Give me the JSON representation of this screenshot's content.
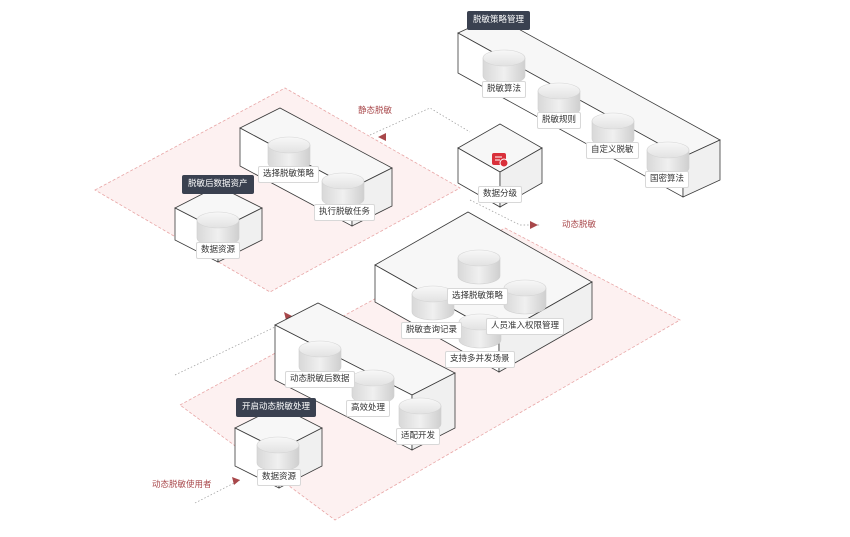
{
  "tags": {
    "strategy_mgmt": "脱敏策略管理",
    "masked_assets": "脱敏后数据资产",
    "dynamic_enable": "开启动态脱敏处理"
  },
  "flow_labels": {
    "static": "静态脱敏",
    "dynamic": "动态脱敏",
    "user": "动态脱敏使用者"
  },
  "nodes": {
    "algo": "脱敏算法",
    "rule": "脱敏规则",
    "custom": "自定义脱敏",
    "gm": "国密算法",
    "classify": "数据分级",
    "select_strategy_static": "选择脱敏策略",
    "exec_task": "执行脱敏任务",
    "source_static": "数据资源",
    "select_strategy_dyn": "选择脱敏策略",
    "query_log": "脱敏查询记录",
    "access_mgmt": "人员准入权限管理",
    "multi_scene": "支持多并发场景",
    "dyn_data": "动态脱敏后数据",
    "efficient": "高效处理",
    "adapt": "适配开发",
    "source_dyn": "数据资源"
  },
  "colors": {
    "accent": "#a8474a",
    "tag_bg": "#3a4150",
    "zone_fill": "#fdf1f1",
    "zone_stroke": "#e8a6a6",
    "box_stroke": "#3a3a3a",
    "classify_icon": "#d9303a"
  }
}
